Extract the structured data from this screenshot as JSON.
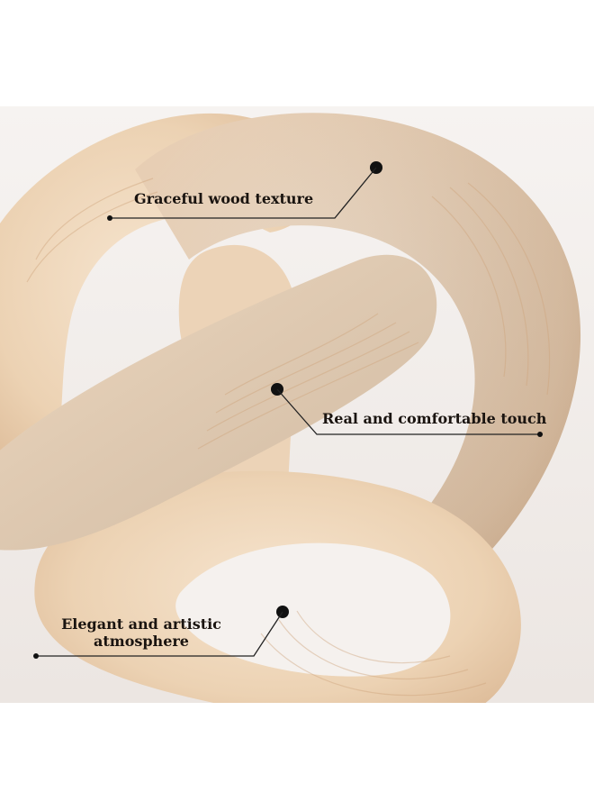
{
  "callouts": [
    {
      "label": "Graceful wood texture"
    },
    {
      "label": "Real and comfortable touch"
    },
    {
      "label_line1": "Elegant and artistic",
      "label_line2": "atmosphere"
    }
  ],
  "colors": {
    "wood_light": "#f1e1cc",
    "wood_mid": "#e8cdb0",
    "wood_grain": "#d8b590",
    "background": "#ffffff",
    "annotation": "#1a1410"
  },
  "icons": [
    "callout-dot",
    "callout-leader-line"
  ]
}
